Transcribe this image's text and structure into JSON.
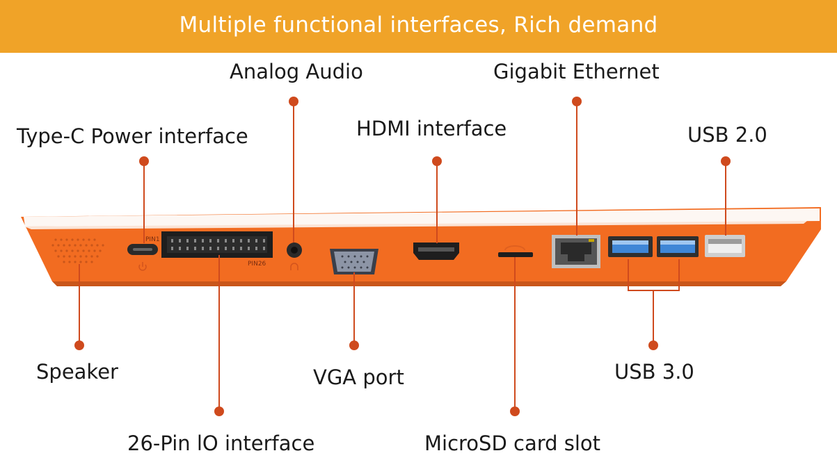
{
  "banner": {
    "title": "Multiple functional interfaces, Rich demand"
  },
  "callouts": {
    "analog_audio": "Analog Audio",
    "gigabit_ethernet": "Gigabit Ethernet",
    "type_c_power": "Type-C Power interface",
    "hdmi": "HDMI interface",
    "usb2": "USB 2.0",
    "speaker": "Speaker",
    "vga": "VGA port",
    "usb3": "USB 3.0",
    "pin_io": "26-Pin lO interface",
    "microsd": "MicroSD card slot"
  },
  "device_markings": {
    "pin1": "PIN1",
    "pin26": "PIN26"
  },
  "colors": {
    "banner": "#f0a328",
    "device_body": "#f26c21",
    "callout_line": "#cf4a1d",
    "usb3_port": "#3f86d6"
  }
}
